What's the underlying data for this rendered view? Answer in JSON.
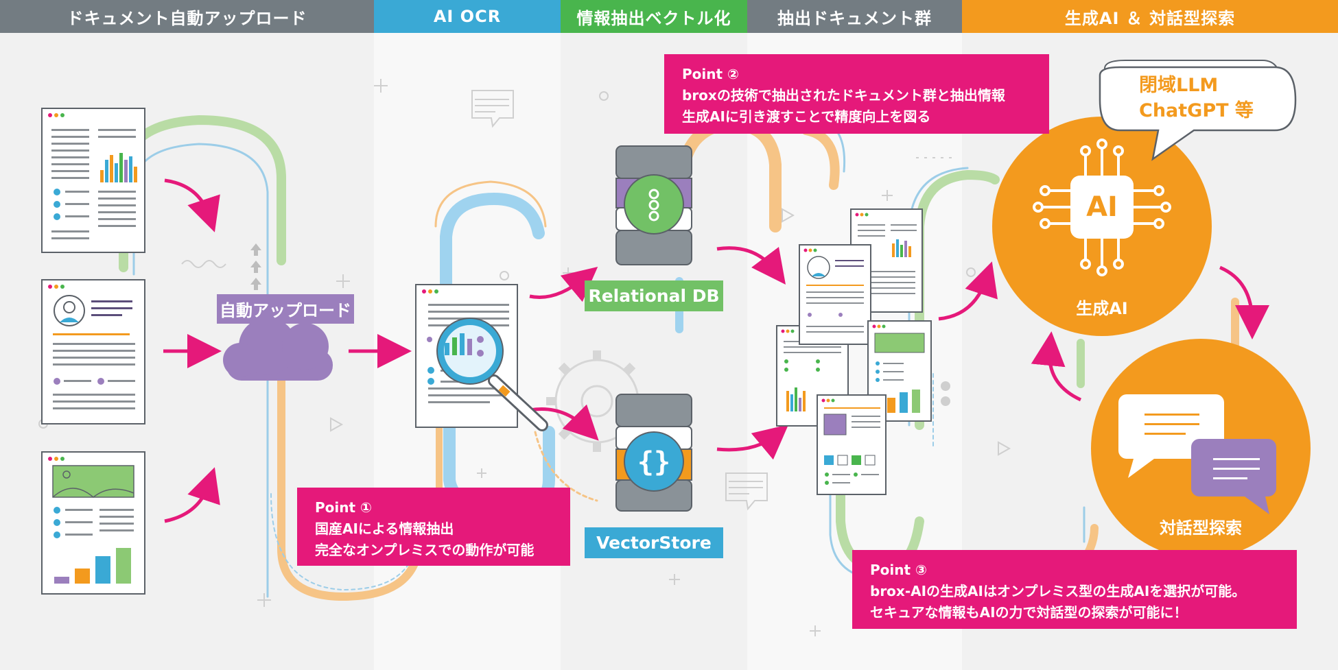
{
  "headers": [
    {
      "label": "ドキュメント自動アップロード",
      "color": "#737c82"
    },
    {
      "label": "AI OCR",
      "color": "#3aa9d5"
    },
    {
      "label": "情報抽出ベクトル化",
      "color": "#49b54d"
    },
    {
      "label": "抽出ドキュメント群",
      "color": "#737c82"
    },
    {
      "label": "生成AI ＆ 対話型探索",
      "color": "#f39a1e"
    }
  ],
  "upload_label": "自動アップロード",
  "relational_db_label": "Relational DB",
  "vector_store_label": "VectorStore",
  "ai_chip_label": "AI",
  "gen_ai_label": "生成AI",
  "dialog_label": "対話型探索",
  "bubble": {
    "line1": "閉域LLM",
    "line2": "ChatGPT 等"
  },
  "points": [
    {
      "title": "Point ①",
      "lines": [
        "国産AIによる情報抽出",
        "完全なオンプレミスでの動作が可能"
      ]
    },
    {
      "title": "Point ②",
      "lines": [
        "broxの技術で抽出されたドキュメント群と抽出情報",
        "生成AIに引き渡すことで精度向上を図る"
      ]
    },
    {
      "title": "Point ③",
      "lines": [
        "brox-AIの生成AIはオンプレミス型の生成AIを選択が可能。",
        "セキュアな情報もAIの力で対話型の探索が可能に！"
      ]
    }
  ],
  "colors": {
    "pink": "#e5197a",
    "orange": "#f39a1e",
    "purple": "#9b7fbd",
    "green": "#49b54d",
    "blue": "#3aa9d5",
    "gray": "#8a9298"
  }
}
